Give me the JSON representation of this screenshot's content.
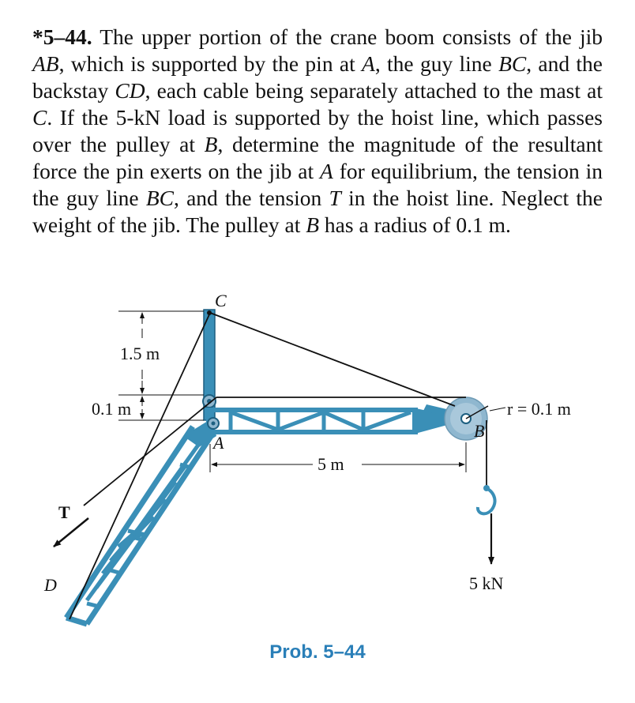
{
  "problem": {
    "number": "*5–44.",
    "parts": [
      " The upper portion of the crane boom consists of the jib ",
      "AB",
      ", which is supported by the pin at ",
      "A",
      ", the guy line ",
      "BC",
      ", and the backstay ",
      "CD",
      ", each cable being separately attached to the mast at ",
      "C",
      ". If the 5-kN load is supported by the hoist line, which passes over the pulley at ",
      "B",
      ", determine the magnitude of the resultant force the pin exerts on the jib at ",
      "A",
      " for equilibrium, the tension in the guy line ",
      "BC",
      ", and the tension ",
      "T",
      " in the hoist line. Neglect the weight of the jib. The pulley at ",
      "B",
      " has a radius of 0.1 m."
    ]
  },
  "figure": {
    "labels": {
      "C": "C",
      "A": "A",
      "B": "B",
      "D": "D",
      "T": "T",
      "dim_1_5": "1.5 m",
      "dim_0_1": "0.1 m",
      "dim_5": "5 m",
      "radius": "r = 0.1 m",
      "load": "5 kN"
    },
    "colors": {
      "structure": "#3a8fb7",
      "structure_dark": "#1d5f80",
      "pulley": "#8fb7cf",
      "ink": "#111111"
    }
  },
  "caption": "Prob. 5–44"
}
